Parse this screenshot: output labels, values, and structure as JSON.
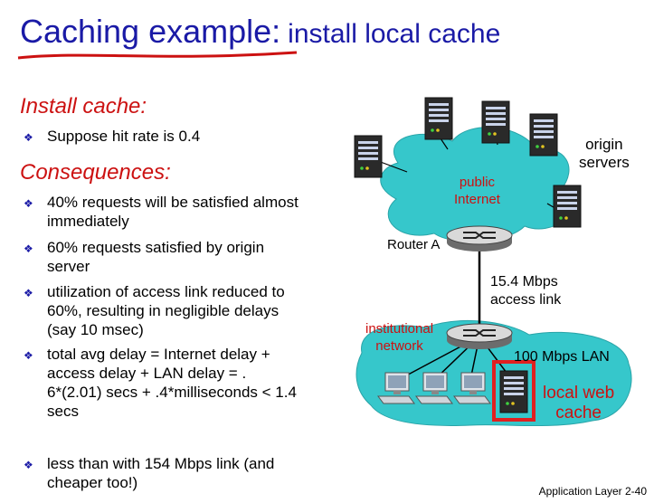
{
  "slide": {
    "title_main": "Caching example:",
    "title_sub": "install local cache",
    "footer": "Application Layer 2-40"
  },
  "left": {
    "install_heading": "Install cache:",
    "install_bullets": [
      "Suppose hit rate is 0.4"
    ],
    "consequences_heading": "Consequences:",
    "consequence_bullets": [
      "40% requests will be satisfied almost\nimmediately",
      "60% requests satisfied by origin\nserver",
      "utilization of access link reduced to\n60%, resulting in negligible  delays\n(say 10 msec)",
      "total avg delay   = Internet delay +\naccess delay + LAN delay   =  .\n6*(2.01) secs  + .4*milliseconds < 1.4\nsecs"
    ],
    "final_bullet": "less than with 154 Mbps link (and\ncheaper too!)"
  },
  "diagram": {
    "origin_servers": "origin\nservers",
    "public_internet": "public\nInternet",
    "router_a": "Router A",
    "access_link": "15.4 Mbps\naccess link",
    "institutional_network": "institutional\nnetwork",
    "lan": "100 Mbps LAN",
    "local_cache": "local web\ncache",
    "colors": {
      "cloud": "#36c7cb",
      "red": "#cc1111",
      "blue": "#1a1aa6"
    }
  }
}
